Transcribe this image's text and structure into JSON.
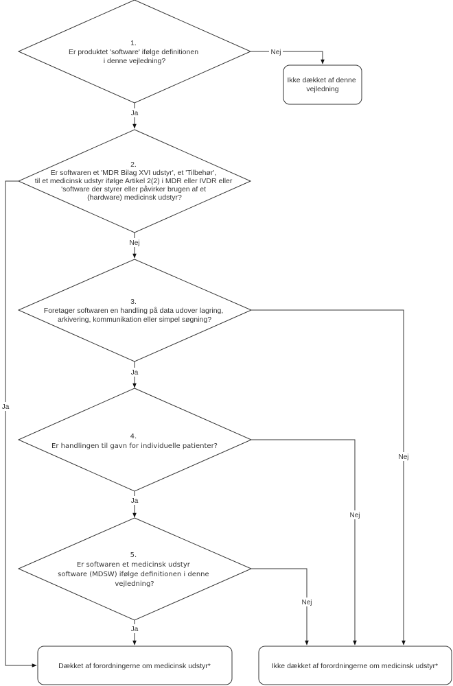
{
  "diagram": {
    "nodes": {
      "q1": {
        "type": "decision",
        "number": "1.",
        "lines": [
          "Er produktet 'software' ifølge definitionen",
          "i denne vejledning?"
        ]
      },
      "q2": {
        "type": "decision",
        "number": "2.",
        "lines": [
          "Er softwaren et 'MDR Bilag XVI udstyr', et 'Tilbehør',",
          "til et medicinsk udstyr ifølge Artikel 2(2) i MDR eller IVDR eller",
          "'software der styrer eller påvirker brugen af et",
          "(hardware) medicinsk udstyr?"
        ]
      },
      "q3": {
        "type": "decision",
        "number": "3.",
        "lines": [
          "Foretager softwaren en handling på data udover lagring,",
          "arkivering, kommunikation eller simpel søgning?"
        ]
      },
      "q4": {
        "type": "decision",
        "number": "4.",
        "lines": [
          "Er handlingen til gavn for individuelle patienter?"
        ]
      },
      "q5": {
        "type": "decision",
        "number": "5.",
        "lines": [
          "Er softwaren et medicinsk udstyr",
          "software (MDSW) ifølge definitionen i denne",
          "vejledning?"
        ]
      },
      "out_not_guidance": {
        "type": "terminal",
        "lines": [
          "Ikke dækket af denne",
          "vejledning"
        ]
      },
      "out_covered": {
        "type": "terminal",
        "lines": [
          "Dækket af forordningerne om medicinsk udstyr*"
        ]
      },
      "out_not_covered": {
        "type": "terminal",
        "lines": [
          "Ikke dækket af forordningerne om medicinsk udstyr*"
        ]
      }
    },
    "edges": [
      {
        "from": "q1",
        "to": "out_not_guidance",
        "label": "Nej"
      },
      {
        "from": "q1",
        "to": "q2",
        "label": "Ja"
      },
      {
        "from": "q2",
        "to": "q3",
        "label": "Nej"
      },
      {
        "from": "q2",
        "to": "out_covered",
        "label": "Ja"
      },
      {
        "from": "q3",
        "to": "q4",
        "label": "Ja"
      },
      {
        "from": "q3",
        "to": "out_not_covered",
        "label": "Nej"
      },
      {
        "from": "q4",
        "to": "q5",
        "label": "Ja"
      },
      {
        "from": "q4",
        "to": "out_not_covered",
        "label": "Nej"
      },
      {
        "from": "q5",
        "to": "out_covered",
        "label": "Ja"
      },
      {
        "from": "q5",
        "to": "out_not_covered",
        "label": "Nej"
      }
    ]
  }
}
